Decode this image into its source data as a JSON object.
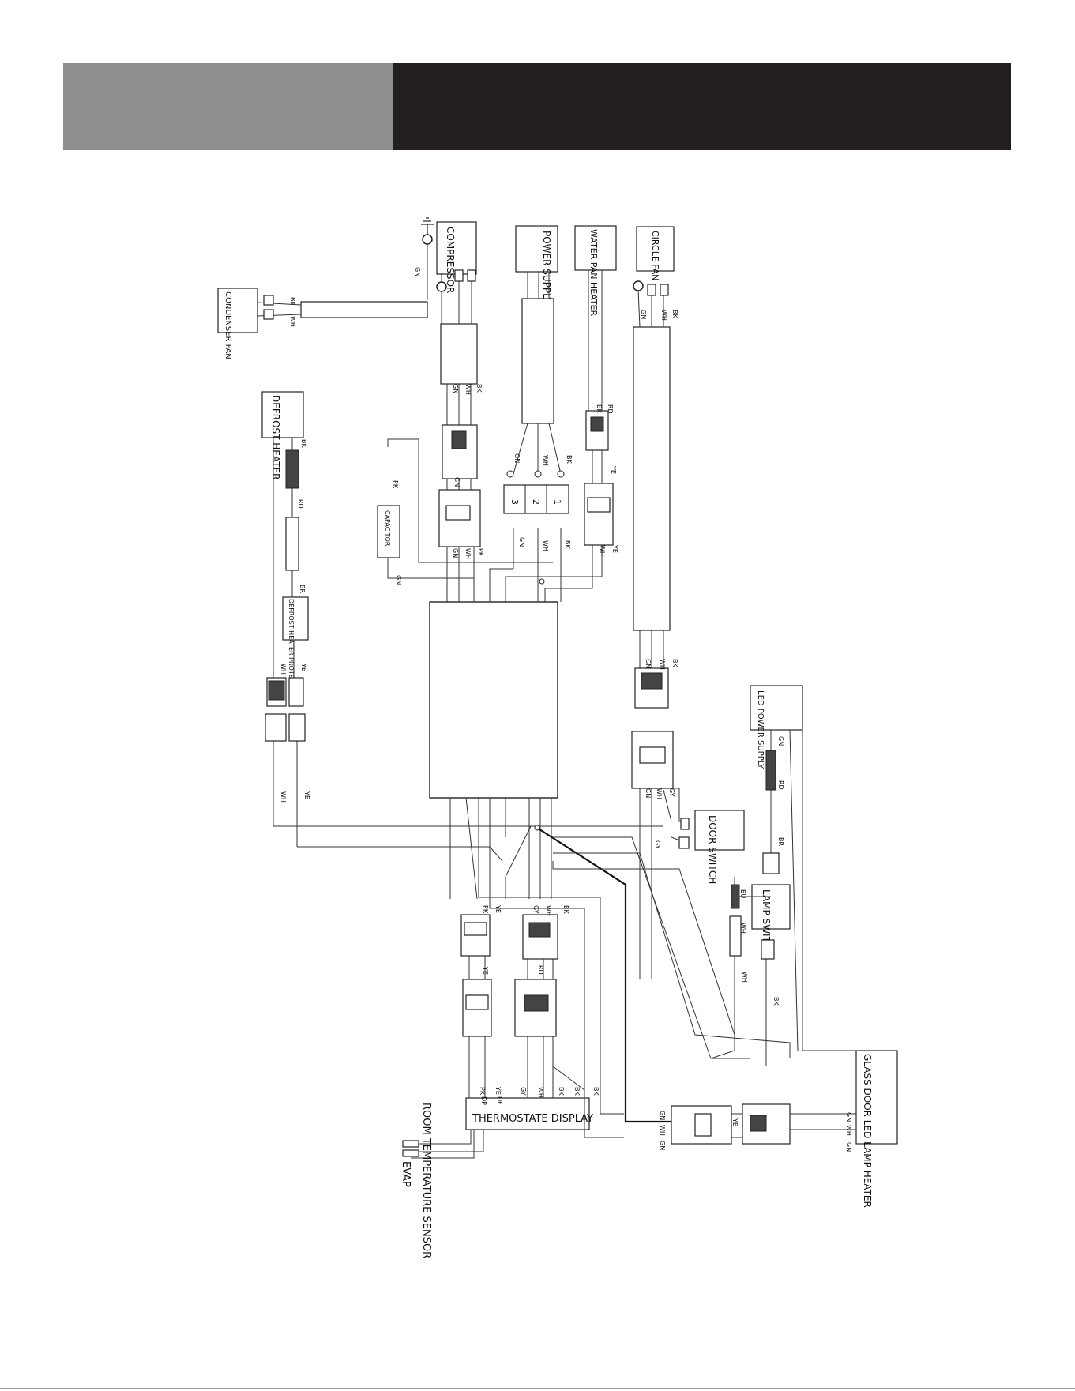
{
  "header": {
    "left_band": "",
    "right_band": ""
  },
  "components": {
    "compressor": "COMPRESSOR",
    "power_supply": "POWER SUPPLY",
    "water_pan_heater": "WATER PAN HEATER",
    "circle_fan": "CIRCLE FAN",
    "condenser_fan": "CONDENSER FAN",
    "defrost_heater": "DEFROST HEATER",
    "capacitor": "CAPACITOR",
    "defrost_heater_protector": "DEFROST HEATER PROTECTOR",
    "led_power_supply": "LED POWER SUPPLY",
    "door_switch": "DOOR SWITCH",
    "lamp_switch": "LAMP SWITCH",
    "glass_door_led_lamp_heater": "GLASS DOOR LED LAMP HEATER",
    "thermostat_display": "THERMOSTATE DISPLAY",
    "room_temperature_sensor": "ROOM TEMPERATURE SENSOR",
    "evap_sensor": "EVAP"
  },
  "terminal_numbers": [
    "1",
    "2",
    "3"
  ],
  "wire_codes": {
    "bk": "BK",
    "wh": "WH",
    "gn": "GN",
    "ye": "YE",
    "pk": "PK",
    "gy": "GY",
    "rd": "RD",
    "bu": "BU",
    "br": "BR",
    "df": "DF",
    "dp": "DP"
  }
}
